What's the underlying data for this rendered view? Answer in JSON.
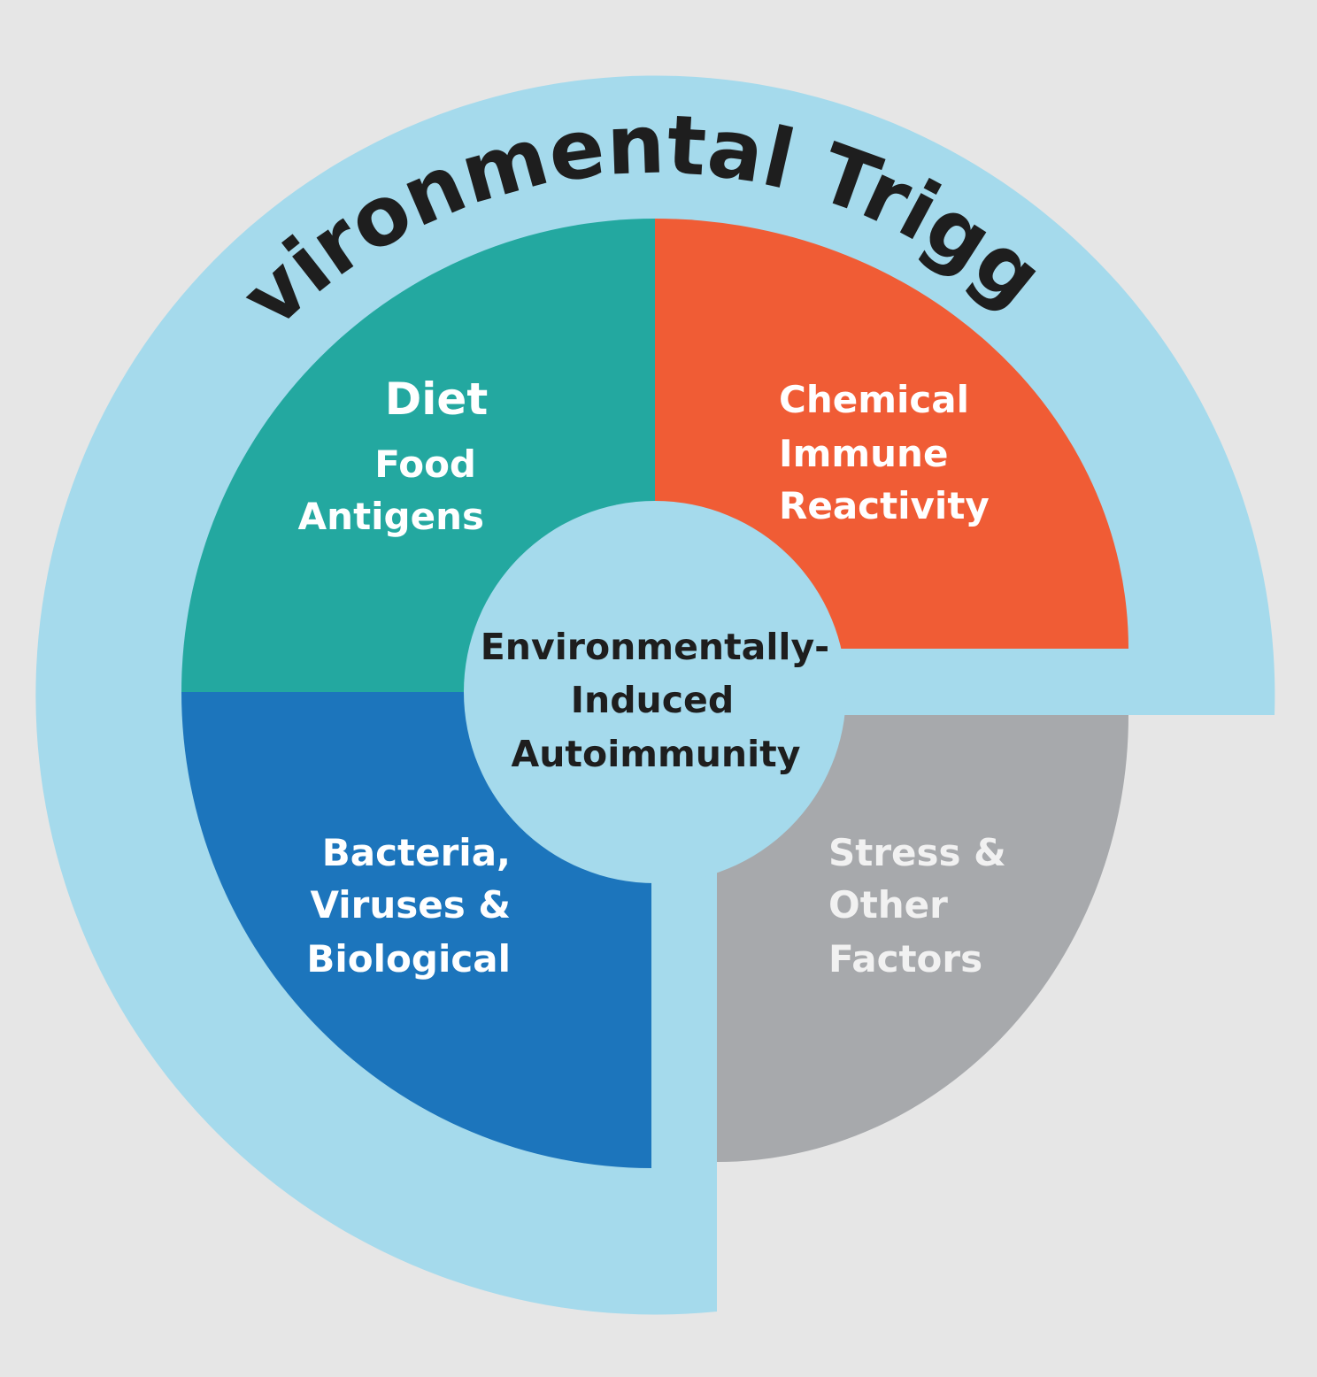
{
  "diagram": {
    "title": "Environmental Triggers",
    "center": {
      "lines": [
        "Environmentally-",
        "Induced",
        "Autoimmunity"
      ]
    },
    "segments": {
      "diet": {
        "heading": "Diet",
        "lines": [
          "Food",
          "Antigens"
        ]
      },
      "chemical": {
        "lines": [
          "Chemical",
          "Immune",
          "Reactivity"
        ]
      },
      "bacteria": {
        "lines": [
          "Bacteria,",
          "Viruses &",
          "Biological"
        ]
      },
      "stress": {
        "lines": [
          "Stress &",
          "Other",
          "Factors"
        ]
      }
    },
    "colors": {
      "background": "#e6e6e6",
      "ring": "#a5daec",
      "diet": "#23a8a0",
      "chemical": "#f05c35",
      "bacteria": "#1c75bc",
      "stress": "#a7a9ac",
      "text_light": "#ffffff",
      "text_grey": "#f1f1f1",
      "text_dark": "#1e1e1e"
    }
  }
}
